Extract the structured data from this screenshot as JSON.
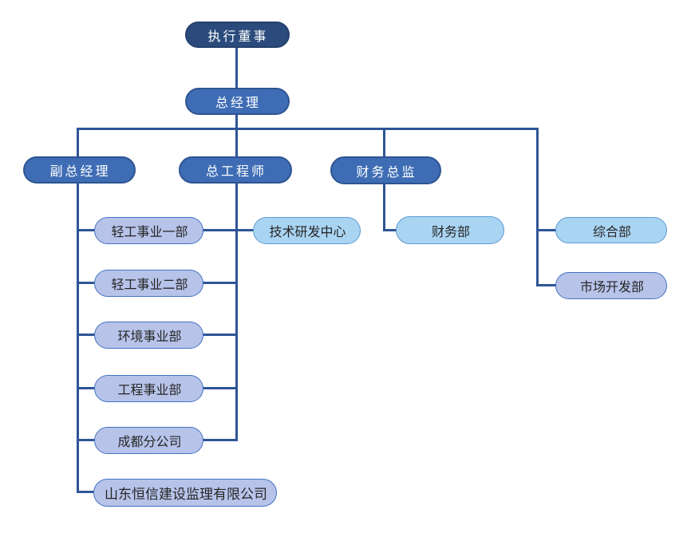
{
  "diagram": {
    "type": "org-chart",
    "background": "#ffffff"
  },
  "colors": {
    "canvas-bg": "#ffffff",
    "line": "#2e5597",
    "node-dark-fill": "#2b4b7c",
    "node-dark-border": "#23406c",
    "node-blue-fill": "#3e6db5",
    "node-blue-border": "#2d5491",
    "node-sky-fill": "#a9d4f2",
    "node-sky-border": "#5b9bd5",
    "node-lavender-fill": "#b7c3e9",
    "node-lavender-border": "#4472c4",
    "node-dark-text": "#ffffff",
    "node-light-text": "#262626"
  },
  "nodes": {
    "executive_director": {
      "label": "执行董事",
      "level": 1,
      "reports_to": []
    },
    "general_manager": {
      "label": "总经理",
      "level": 2,
      "reports_to": [
        "executive_director"
      ]
    },
    "deputy_general_manager": {
      "label": "副总经理",
      "level": 3,
      "reports_to": [
        "general_manager"
      ]
    },
    "chief_engineer": {
      "label": "总工程师",
      "level": 3,
      "reports_to": [
        "general_manager"
      ]
    },
    "finance_director": {
      "label": "财务总监",
      "level": 3,
      "reports_to": [
        "general_manager"
      ]
    },
    "light_industry_division_1": {
      "label": "轻工事业一部",
      "level": 4,
      "reports_to": [
        "deputy_general_manager",
        "chief_engineer"
      ]
    },
    "light_industry_division_2": {
      "label": "轻工事业二部",
      "level": 4,
      "reports_to": [
        "deputy_general_manager",
        "chief_engineer"
      ]
    },
    "environment_division": {
      "label": "环境事业部",
      "level": 4,
      "reports_to": [
        "deputy_general_manager",
        "chief_engineer"
      ]
    },
    "engineering_division": {
      "label": "工程事业部",
      "level": 4,
      "reports_to": [
        "deputy_general_manager",
        "chief_engineer"
      ]
    },
    "chengdu_branch": {
      "label": "成都分公司",
      "level": 4,
      "reports_to": [
        "deputy_general_manager",
        "chief_engineer"
      ]
    },
    "shandong_hengxin_supervision": {
      "label": "山东恒信建设监理有限公司",
      "level": 4,
      "reports_to": [
        "deputy_general_manager"
      ]
    },
    "tech_rd_center": {
      "label": "技术研发中心",
      "level": 4,
      "reports_to": [
        "chief_engineer"
      ]
    },
    "finance_dept": {
      "label": "财务部",
      "level": 4,
      "reports_to": [
        "finance_director"
      ]
    },
    "general_affairs_dept": {
      "label": "综合部",
      "level": 4,
      "reports_to": [
        "general_manager"
      ]
    },
    "market_development_dept": {
      "label": "市场开发部",
      "level": 4,
      "reports_to": [
        "general_manager"
      ]
    }
  }
}
